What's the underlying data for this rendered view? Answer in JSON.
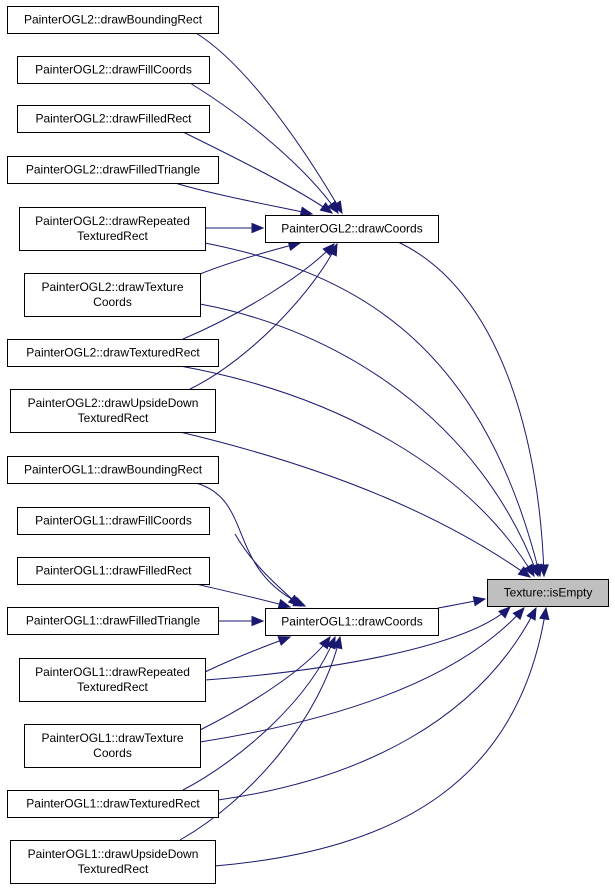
{
  "graph": {
    "edge_color": "#191970",
    "focus_fill": "#bfbfbf",
    "node_fill": "#ffffff",
    "nodes": [
      {
        "id": "ogl2_bounding",
        "lines": [
          "PainterOGL2::drawBoundingRect"
        ]
      },
      {
        "id": "ogl2_fillcoords",
        "lines": [
          "PainterOGL2::drawFillCoords"
        ]
      },
      {
        "id": "ogl2_filledrect",
        "lines": [
          "PainterOGL2::drawFilledRect"
        ]
      },
      {
        "id": "ogl2_filledtri",
        "lines": [
          "PainterOGL2::drawFilledTriangle"
        ]
      },
      {
        "id": "ogl2_repeated",
        "lines": [
          "PainterOGL2::drawRepeated",
          "TexturedRect"
        ]
      },
      {
        "id": "ogl2_texcoords",
        "lines": [
          "PainterOGL2::drawTexture",
          "Coords"
        ]
      },
      {
        "id": "ogl2_texrect",
        "lines": [
          "PainterOGL2::drawTexturedRect"
        ]
      },
      {
        "id": "ogl2_upside",
        "lines": [
          "PainterOGL2::drawUpsideDown",
          "TexturedRect"
        ]
      },
      {
        "id": "ogl2_coords",
        "lines": [
          "PainterOGL2::drawCoords"
        ]
      },
      {
        "id": "ogl1_bounding",
        "lines": [
          "PainterOGL1::drawBoundingRect"
        ]
      },
      {
        "id": "ogl1_fillcoords",
        "lines": [
          "PainterOGL1::drawFillCoords"
        ]
      },
      {
        "id": "ogl1_filledrect",
        "lines": [
          "PainterOGL1::drawFilledRect"
        ]
      },
      {
        "id": "ogl1_filledtri",
        "lines": [
          "PainterOGL1::drawFilledTriangle"
        ]
      },
      {
        "id": "ogl1_repeated",
        "lines": [
          "PainterOGL1::drawRepeated",
          "TexturedRect"
        ]
      },
      {
        "id": "ogl1_texcoords",
        "lines": [
          "PainterOGL1::drawTexture",
          "Coords"
        ]
      },
      {
        "id": "ogl1_texrect",
        "lines": [
          "PainterOGL1::drawTexturedRect"
        ]
      },
      {
        "id": "ogl1_upside",
        "lines": [
          "PainterOGL1::drawUpsideDown",
          "TexturedRect"
        ]
      },
      {
        "id": "ogl1_coords",
        "lines": [
          "PainterOGL1::drawCoords"
        ]
      },
      {
        "id": "tex_isempty",
        "lines": [
          "Texture::isEmpty"
        ],
        "focus": true
      }
    ],
    "edges": [
      {
        "from": "ogl2_bounding",
        "to": "ogl2_coords"
      },
      {
        "from": "ogl2_fillcoords",
        "to": "ogl2_coords"
      },
      {
        "from": "ogl2_filledrect",
        "to": "ogl2_coords"
      },
      {
        "from": "ogl2_filledtri",
        "to": "ogl2_coords"
      },
      {
        "from": "ogl2_repeated",
        "to": "ogl2_coords"
      },
      {
        "from": "ogl2_texcoords",
        "to": "ogl2_coords"
      },
      {
        "from": "ogl2_texrect",
        "to": "ogl2_coords"
      },
      {
        "from": "ogl2_upside",
        "to": "ogl2_coords"
      },
      {
        "from": "ogl2_coords",
        "to": "tex_isempty"
      },
      {
        "from": "ogl2_repeated",
        "to": "tex_isempty"
      },
      {
        "from": "ogl2_texcoords",
        "to": "tex_isempty"
      },
      {
        "from": "ogl2_texrect",
        "to": "tex_isempty"
      },
      {
        "from": "ogl2_upside",
        "to": "tex_isempty"
      },
      {
        "from": "ogl1_bounding",
        "to": "ogl1_coords"
      },
      {
        "from": "ogl1_fillcoords",
        "to": "ogl1_coords"
      },
      {
        "from": "ogl1_filledrect",
        "to": "ogl1_coords"
      },
      {
        "from": "ogl1_filledtri",
        "to": "ogl1_coords"
      },
      {
        "from": "ogl1_repeated",
        "to": "ogl1_coords"
      },
      {
        "from": "ogl1_texcoords",
        "to": "ogl1_coords"
      },
      {
        "from": "ogl1_texrect",
        "to": "ogl1_coords"
      },
      {
        "from": "ogl1_upside",
        "to": "ogl1_coords"
      },
      {
        "from": "ogl1_coords",
        "to": "tex_isempty"
      },
      {
        "from": "ogl1_repeated",
        "to": "tex_isempty"
      },
      {
        "from": "ogl1_texcoords",
        "to": "tex_isempty"
      },
      {
        "from": "ogl1_texrect",
        "to": "tex_isempty"
      },
      {
        "from": "ogl1_upside",
        "to": "tex_isempty"
      }
    ]
  }
}
